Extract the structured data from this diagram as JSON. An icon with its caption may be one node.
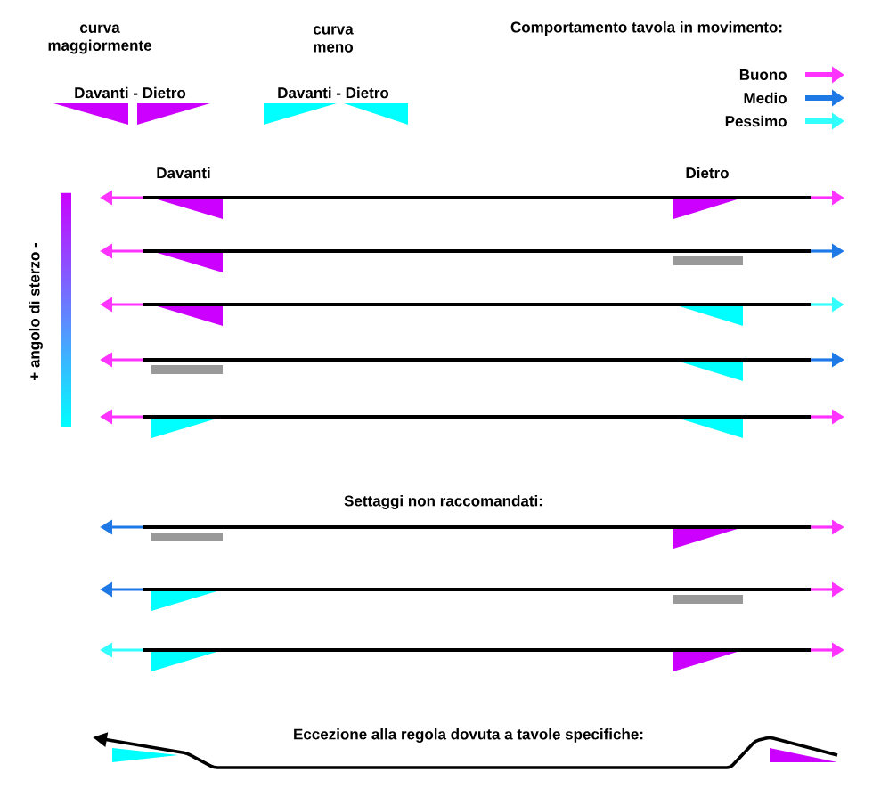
{
  "diagram": {
    "labels": [
      "curva maggiormente",
      "Davanti - Dietro",
      "curva meno",
      "Davanti - Dietro",
      "Comportamento tavola in movimento:",
      "Davanti",
      "Dietro",
      "+ angolo di sterzo -",
      "Settaggi non raccomandati:",
      "Eccezione alla regola dovuta a tavole specifiche:"
    ],
    "legend": [
      {
        "text": "Buono",
        "color": "#ff33ff"
      },
      {
        "text": "Medio",
        "color": "#1e78e6"
      },
      {
        "text": "Pessimo",
        "color": "#33ffff"
      }
    ]
  }
}
